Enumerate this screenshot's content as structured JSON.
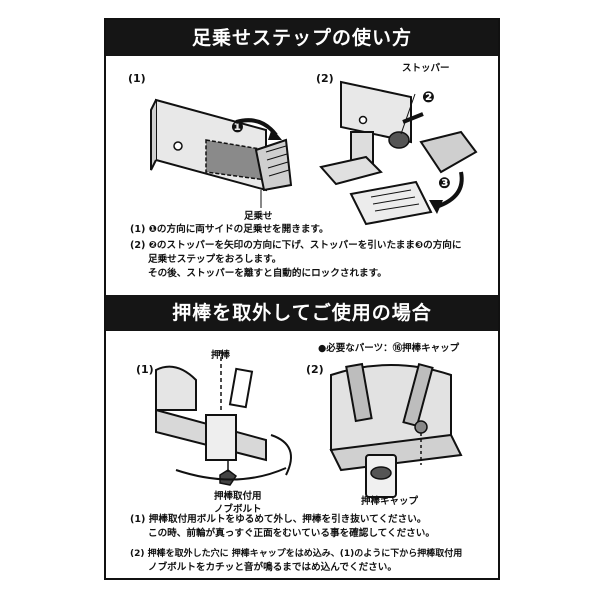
{
  "section1": {
    "title": "足乗せステップの使い方",
    "step1_marker": "(1)",
    "step2_marker": "(2)",
    "label_footrest": "足乗せ",
    "label_stopper": "ストッパー",
    "arrow1": "❶",
    "arrow2": "❷",
    "arrow3": "❸",
    "instructions": [
      "(1) ❶の方向に両サイドの足乗せを開きます。",
      "(2) ❷のストッパーを矢印の方向に下げ、ストッパーを引いたまま❸の方向に",
      "足乗せステップをおろします。",
      "その後、ストッパーを離すと自動的にロックされます。"
    ]
  },
  "section2": {
    "title": "押棒を取外してご使用の場合",
    "step1_marker": "(1)",
    "step2_marker": "(2)",
    "required_parts": "●必要なパーツ：⑯押棒キャップ",
    "label_pushbar": "押棒",
    "label_bolt_line1": "押棒取付用",
    "label_bolt_line2": "ノブボルト",
    "label_cap": "押棒キャップ",
    "instructions": [
      "(1) 押棒取付用ボルトをゆるめて外し、押棒を引き抜いてください。",
      "この時、前輪が真っすぐ正面をむいている事を確認してください。",
      "(2) 押棒を取外した穴に 押棒キャップをはめ込み、(1)のように下から押棒取付用",
      "ノブボルトをカチッと音が鳴るまではめ込んでください。"
    ]
  }
}
